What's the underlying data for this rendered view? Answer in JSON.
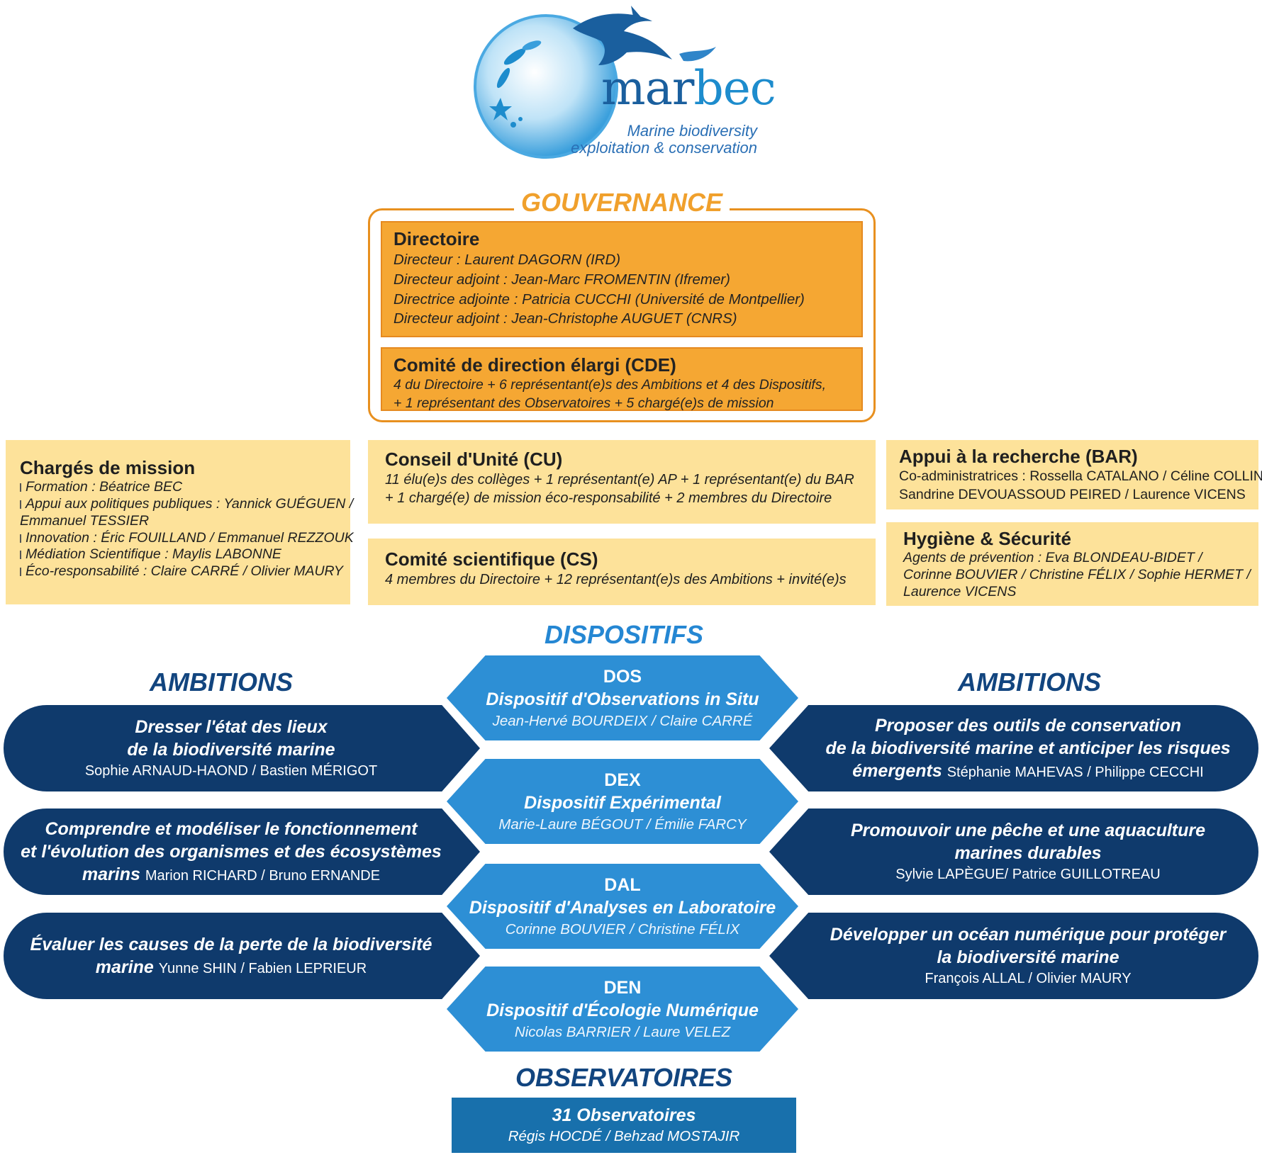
{
  "logo": {
    "word_a": "mar",
    "word_b": "bec",
    "tagline1": "Marine biodiversity",
    "tagline2": "exploitation & conservation",
    "colors": {
      "dark_blue": "#1a5f9e",
      "light_blue": "#1d8ccd",
      "globe": "#7fc3ec"
    }
  },
  "gouvernance": {
    "title": "GOUVERNANCE",
    "directoire": {
      "title": "Directoire",
      "lines": [
        "Directeur : Laurent DAGORN (IRD)",
        "Directeur adjoint : Jean-Marc FROMENTIN (Ifremer)",
        "Directrice adjointe : Patricia CUCCHI (Université de Montpellier)",
        "Directeur adjoint : Jean-Christophe AUGUET (CNRS)"
      ]
    },
    "cde": {
      "title": "Comité de direction élargi (CDE)",
      "lines": [
        "4 du Directoire + 6 représentant(e)s des Ambitions et 4 des Dispositifs,",
        "+ 1 représentant des Observatoires + 5 chargé(e)s de mission"
      ]
    }
  },
  "charges": {
    "title": "Chargés de mission",
    "lines": [
      "Formation : Béatrice BEC",
      "Appui aux politiques publiques : Yannick GUÉGUEN /",
      "Emmanuel TESSIER",
      "Innovation : Éric FOUILLAND / Emmanuel REZZOUK",
      "Médiation Scientifique : Maylis LABONNE",
      "Éco-responsabilité : Claire CARRÉ / Olivier MAURY"
    ]
  },
  "cu": {
    "title": "Conseil d'Unité (CU)",
    "lines": [
      "11 élu(e)s des collèges + 1 représentant(e) AP + 1 représentant(e) du BAR",
      "+ 1 chargé(e) de mission éco-responsabilité + 2 membres du Directoire"
    ]
  },
  "cs": {
    "title": "Comité scientifique (CS)",
    "lines": [
      "4 membres du Directoire + 12 représentant(e)s des Ambitions + invité(e)s"
    ]
  },
  "bar": {
    "title": "Appui à la recherche (BAR)",
    "lines": [
      "Co-administratrices : Rossella CATALANO / Céline COLLIN",
      "Sandrine DEVOUASSOUD PEIRED / Laurence VICENS"
    ]
  },
  "hygiene": {
    "title": "Hygiène & Sécurité",
    "lines": [
      "Agents de prévention : Eva BLONDEAU-BIDET /",
      "Corinne BOUVIER / Christine FÉLIX / Sophie HERMET /",
      "Laurence VICENS"
    ]
  },
  "dispositifs_title": "DISPOSITIFS",
  "ambitions_left_title": "AMBITIONS",
  "ambitions_right_title": "AMBITIONS",
  "ambitions_left": [
    {
      "title_lines": [
        "Dresser l'état des lieux",
        "de la biodiversité marine"
      ],
      "people": "Sophie ARNAUD-HAOND / Bastien MÉRIGOT"
    },
    {
      "title_lines": [
        "Comprendre et modéliser le fonctionnement",
        "et l'évolution des organismes et des écosystèmes"
      ],
      "title_tail": "marins",
      "people": "Marion RICHARD / Bruno ERNANDE"
    },
    {
      "title_lines": [
        "Évaluer les causes de la perte de la biodiversité"
      ],
      "title_tail": "marine",
      "people": "Yunne SHIN / Fabien LEPRIEUR"
    }
  ],
  "ambitions_right": [
    {
      "title_lines": [
        "Proposer des outils de conservation",
        "de la biodiversité marine et anticiper les risques"
      ],
      "title_tail": "émergents",
      "people": "Stéphanie MAHEVAS / Philippe CECCHI"
    },
    {
      "title_lines": [
        "Promouvoir une pêche et une aquaculture",
        "marines durables"
      ],
      "people": "Sylvie LAPÈGUE/ Patrice GUILLOTREAU"
    },
    {
      "title_lines": [
        "Développer un océan numérique pour protéger",
        "la biodiversité marine"
      ],
      "people": "François ALLAL / Olivier MAURY"
    }
  ],
  "dispositifs": [
    {
      "code": "DOS",
      "name": "Dispositif d'Observations in Situ",
      "people": "Jean-Hervé BOURDEIX / Claire CARRÉ"
    },
    {
      "code": "DEX",
      "name": "Dispositif Expérimental",
      "people": "Marie-Laure BÉGOUT / Émilie FARCY"
    },
    {
      "code": "DAL",
      "name": "Dispositif d'Analyses en Laboratoire",
      "people": "Corinne BOUVIER / Christine FÉLIX"
    },
    {
      "code": "DEN",
      "name": "Dispositif d'Écologie Numérique",
      "people": "Nicolas BARRIER / Laure VELEZ"
    }
  ],
  "observatoires": {
    "title": "OBSERVATOIRES",
    "box_title": "31 Observatoires",
    "people": "Régis HOCDÉ / Behzad MOSTAJIR"
  },
  "colors": {
    "orange": "#f5a733",
    "orange_border": "#e58a20",
    "gov_title": "#f0a02c",
    "yellow": "#fde29a",
    "navy": "#0f3a6c",
    "section_blue": "#12457f",
    "dispositif_blue": "#2d8fd5",
    "dispositif_title": "#2587d3",
    "observatoire_blue": "#1870ac"
  }
}
